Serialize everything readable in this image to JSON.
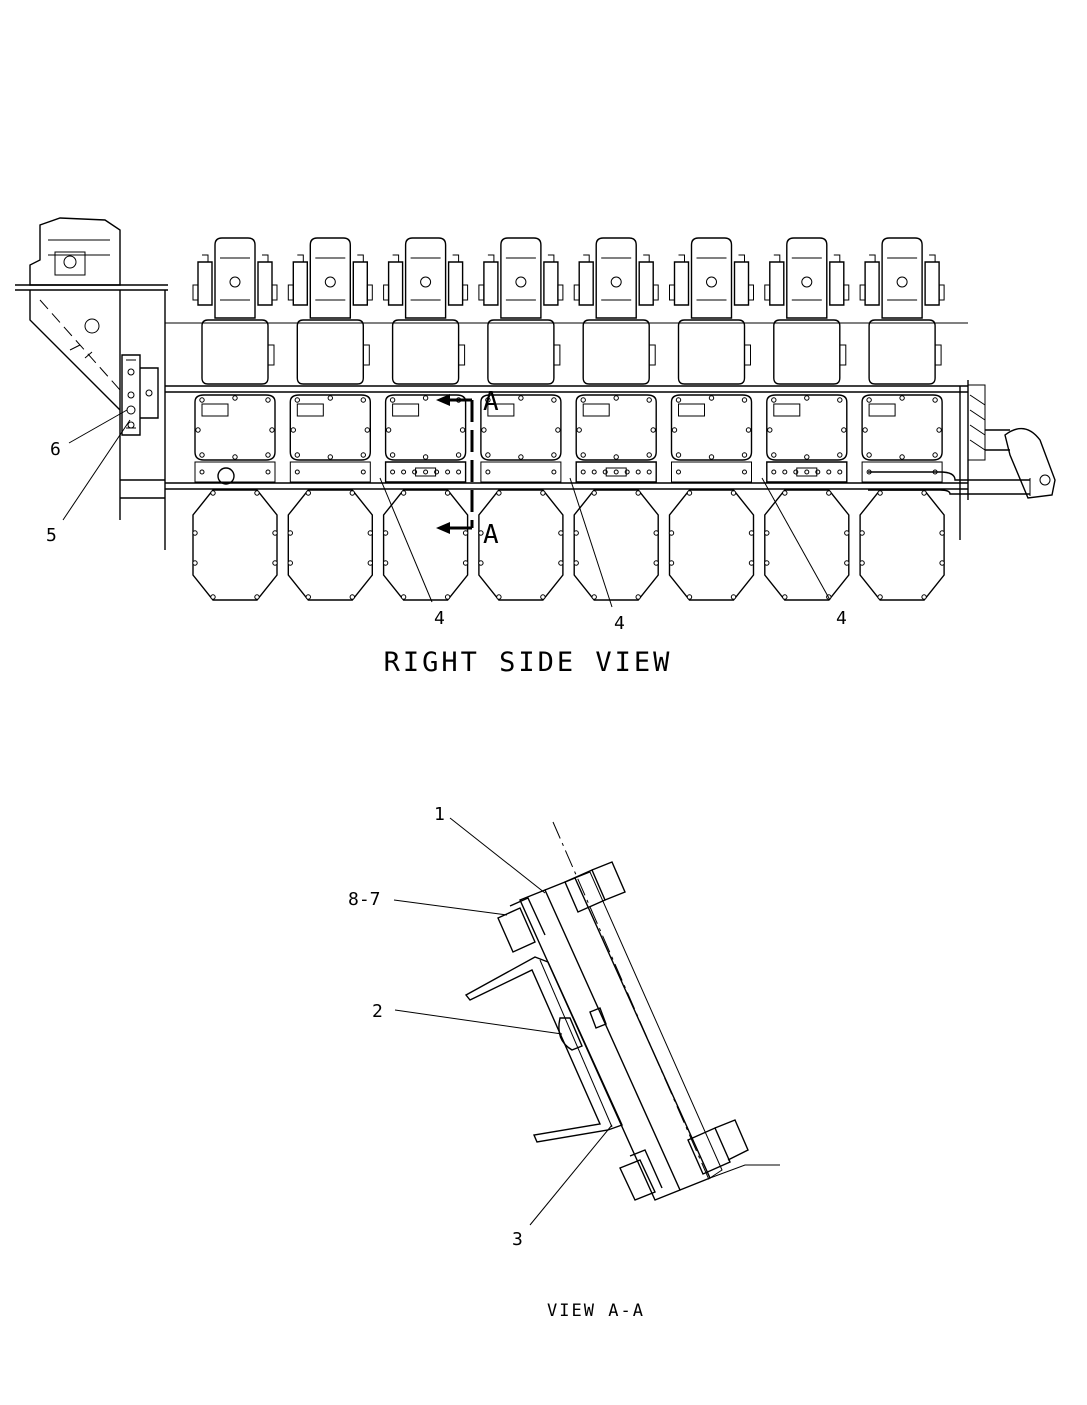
{
  "views": {
    "right_side": {
      "title": "RIGHT SIDE VIEW"
    },
    "section": {
      "title": "VIEW A-A"
    }
  },
  "section_marker": {
    "letter": "A"
  },
  "callouts": {
    "item_1": "1",
    "item_2": "2",
    "item_3": "3",
    "item_4": "4",
    "item_5": "5",
    "item_6": "6",
    "item_8_7": "8-7"
  },
  "cylinder_count": 8,
  "lower_cover_item_4_positions": [
    3,
    5,
    7
  ]
}
